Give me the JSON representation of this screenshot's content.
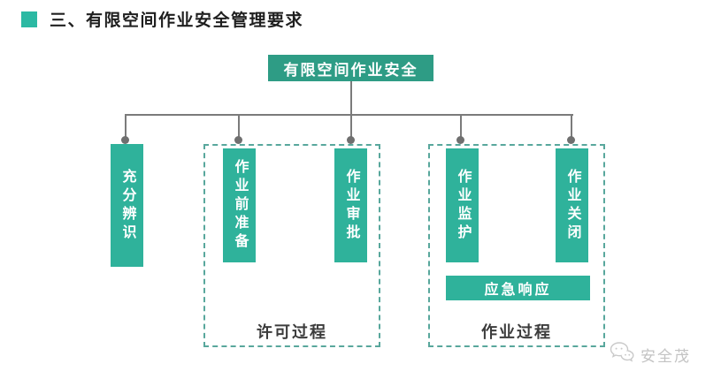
{
  "page": {
    "title": "三、有限空间作业安全管理要求",
    "title_bullet_color": "#2cb9a3",
    "background_color": "#ffffff"
  },
  "diagram": {
    "root": {
      "label": "有限空间作业安全",
      "color": "#2e9c85"
    },
    "bars": [
      {
        "label": "充分辨识"
      },
      {
        "label": "作业前准备"
      },
      {
        "label": "作业审批"
      },
      {
        "label": "作业监护"
      },
      {
        "label": "作业关闭"
      }
    ],
    "bar_color": "#2fb29b",
    "groups": [
      {
        "label": "许可过程",
        "members": [
          "作业前准备",
          "作业审批"
        ]
      },
      {
        "label": "作业过程",
        "members": [
          "作业监护",
          "作业关闭"
        ]
      }
    ],
    "emergency": {
      "label": "应急响应",
      "color": "#2fb29b"
    },
    "connector_color": "#7b7b7b",
    "dashed_border_color": "#58a79c"
  },
  "watermark": {
    "label": "安全茂",
    "icon": "chat-bubbles-icon",
    "color": "#c3c3c3"
  }
}
